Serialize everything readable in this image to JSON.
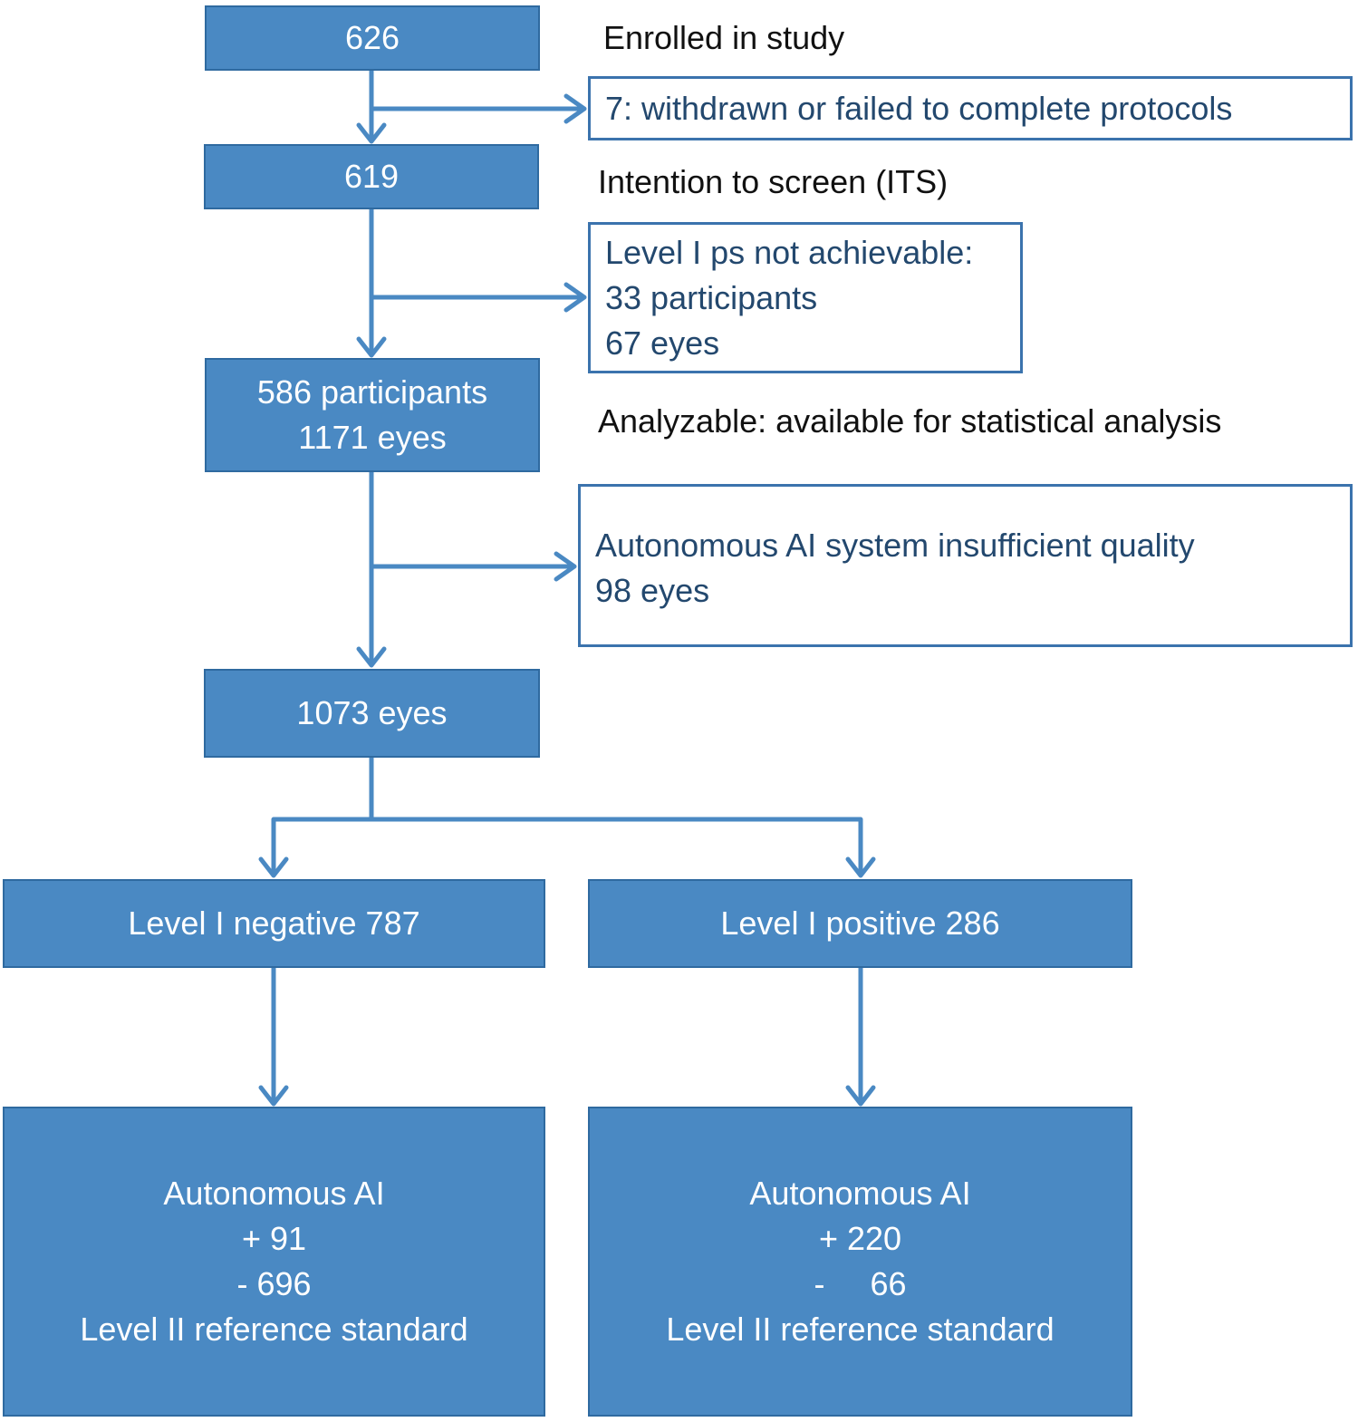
{
  "boxes": {
    "enrolled": "626",
    "its": "619",
    "analyzable": [
      "586 participants",
      "1171 eyes"
    ],
    "eyes": "1073 eyes",
    "negative": "Level I negative 787",
    "positive": "Level I positive 286",
    "ai_negative": [
      "Autonomous AI",
      "+ 91",
      "- 696",
      "Level II reference standard"
    ],
    "ai_positive": [
      "Autonomous AI",
      "+ 220",
      "-     66",
      "Level II reference standard"
    ]
  },
  "exclusions": {
    "withdrawn": "7: withdrawn or failed to complete protocols",
    "not_achievable": [
      "Level I ps not achievable:",
      "33 participants",
      "67 eyes"
    ],
    "insufficient": [
      "Autonomous AI system insufficient quality",
      "98 eyes"
    ]
  },
  "notes": {
    "enrolled": "Enrolled in study",
    "its": "Intention to screen (ITS)",
    "analyzable": "Analyzable: available for statistical analysis"
  },
  "colors": {
    "box_fill": "#4a89c3",
    "box_border": "#2f6aa0",
    "connector": "#4a89c3",
    "outline": "#3b73ad"
  }
}
